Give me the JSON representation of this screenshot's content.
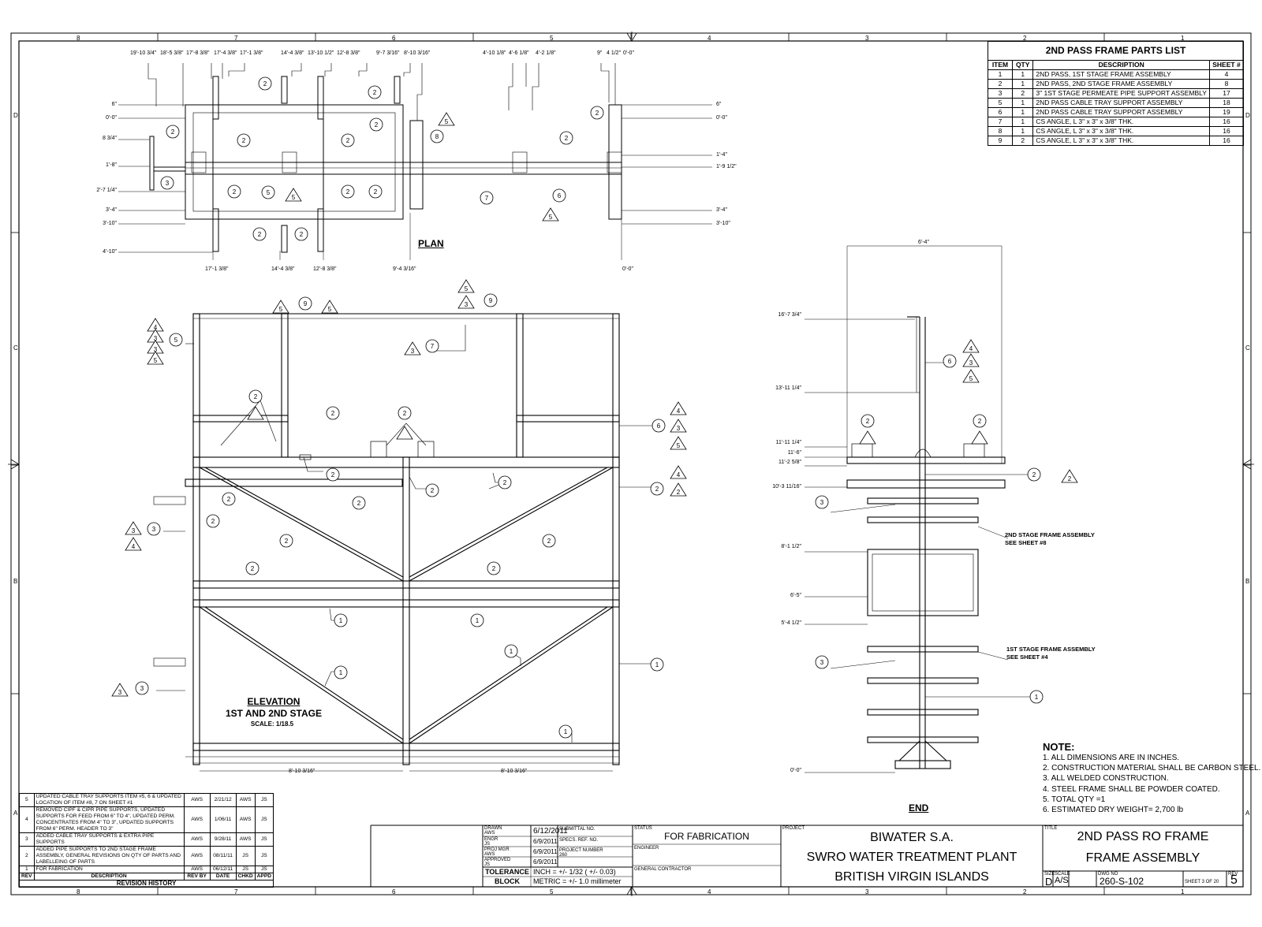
{
  "parts_list": {
    "title": "2ND PASS FRAME PARTS LIST",
    "headers": [
      "ITEM",
      "QTY",
      "DESCRIPTION",
      "SHEET #"
    ],
    "rows": [
      [
        "1",
        "1",
        "2ND PASS, 1ST STAGE FRAME ASSEMBLY",
        "4"
      ],
      [
        "2",
        "1",
        "2ND PASS, 2ND STAGE FRAME ASSEMBLY",
        "8"
      ],
      [
        "3",
        "2",
        "3\" 1ST STAGE PERMEATE PIPE SUPPORT ASSEMBLY",
        "17"
      ],
      [
        "5",
        "1",
        "2ND PASS CABLE TRAY SUPPORT ASSEMBLY",
        "18"
      ],
      [
        "6",
        "1",
        "2ND PASS CABLE TRAY SUPPORT ASSEMBLY",
        "19"
      ],
      [
        "7",
        "1",
        "CS ANGLE,  L 3\" x 3\" x 3/8\" THK.",
        "16"
      ],
      [
        "8",
        "1",
        "CS ANGLE,  L 3\" x 3\" x 3/8\" THK.",
        "16"
      ],
      [
        "9",
        "2",
        "CS ANGLE,  L 3\" x 3\" x 3/8\" THK.",
        "16"
      ]
    ]
  },
  "views": {
    "plan": "PLAN",
    "elevation": "ELEVATION",
    "elevation_sub": "1ST AND 2ND STAGE",
    "elevation_scale": "SCALE: 1/18.5",
    "end": "END"
  },
  "end_callouts": {
    "stage2": "2ND STAGE FRAME ASSEMBLY",
    "stage2_ref": "SEE SHEET #8",
    "stage1": "1ST STAGE FRAME ASSEMBLY",
    "stage1_ref": "SEE SHEET #4"
  },
  "notes": {
    "heading": "NOTE:",
    "items": [
      "1. ALL DIMENSIONS ARE IN INCHES.",
      "2. CONSTRUCTION MATERIAL SHALL BE CARBON STEEL.",
      "3. ALL WELDED CONSTRUCTION.",
      "4. STEEL FRAME SHALL BE POWDER COATED.",
      "5. TOTAL QTY =1",
      "6. ESTIMATED DRY WEIGHT= 2,700 lb"
    ]
  },
  "plan_dims": {
    "top": [
      "19'-10 3/4\"",
      "18'-5 3/8\"",
      "17'-8 3/8\"",
      "17'-4 3/8\"",
      "17'-1 3/8\"",
      "14'-4 3/8\"",
      "13'-10 1/2\"",
      "12'-8 3/8\"",
      "9'-7 3/16\"",
      "8'-10 3/16\"",
      "4'-10 1/8\"",
      "4'-6 1/8\"",
      "4'-2 1/8\"",
      "9\"",
      "4 1/2\"",
      "0'-0\""
    ],
    "left": [
      "6\"",
      "0'-0\"",
      "8 3/4\"",
      "1'-8\"",
      "2'-7 1/4\"",
      "3'-4\"",
      "3'-10\"",
      "4'-10\""
    ],
    "right": [
      "6\"",
      "0'-0\"",
      "1'-4\"",
      "1'-9 1/2\"",
      "3'-4\"",
      "3'-10\""
    ],
    "bottom": [
      "17'-1 3/8\"",
      "14'-4 3/8\"",
      "12'-8 3/8\"",
      "9'-4 3/16\"",
      "0'-0\""
    ]
  },
  "elevation_dims": [
    "8'-10 3/16\"",
    "8'-10 3/16\""
  ],
  "end_dims": {
    "width": "6'-4\"",
    "heights": [
      "16'-7 3/4\"",
      "13'-11 1/4\"",
      "11'-11 1/4\"",
      "11'-6\"",
      "11'-2 5/8\"",
      "10'-3 11/16\"",
      "8'-1 1/2\"",
      "6'-5\"",
      "5'-4 1/2\"",
      "0'-0\""
    ]
  },
  "grid": {
    "cols": [
      "8",
      "7",
      "6",
      "5",
      "4",
      "3",
      "2",
      "1"
    ],
    "rows": [
      "D",
      "C",
      "B",
      "A"
    ]
  },
  "revisions": {
    "rows": [
      [
        "5",
        "UPDATED CABLE TRAY SUPPORTS ITEM #5, 6 & UPDATED LOCATION OF ITEM #8, 7 ON SHEET #1",
        "AWS",
        "2/21/12",
        "AWS",
        "JS"
      ],
      [
        "4",
        "REMOVED CIPF & CIPR PIPE SUPPORTS, UPDATED SUPPORTS FOR FEED FROM 6\" TO 4\", UPDATED PERM. CONCENTRATES FROM 4\" TO 3\", UPDATED SUPPORTS FROM 6\" PERM. HEADER TO 3\"",
        "AWS",
        "1/06/11",
        "AWS",
        "JS"
      ],
      [
        "3",
        "ADDED CABLE TRAY SUPPORTS & EXTRA PIPE SUPPORTS",
        "AWS",
        "9/28/11",
        "AWS",
        "JS"
      ],
      [
        "2",
        "ADDED PIPE SUPPORTS TO 2ND STAGE FRAME ASSEMBLY, GENERAL REVISIONS ON QTY OF PARTS AND LABELLEING OF PARTS",
        "AWS",
        "08/11/11",
        "JS",
        "JS"
      ],
      [
        "1",
        "FOR FABRICATION",
        "AWS",
        "06/12/11",
        "JS",
        "JS"
      ]
    ],
    "headers": [
      "REV",
      "DESCRIPTION",
      "REV BY",
      "DATE",
      "CHKD",
      "APPD"
    ],
    "footer": "REVISION HISTORY"
  },
  "title_block": {
    "drawn_label": "DRAWN",
    "drawn_by": "AWS",
    "drawn_date": "6/12/2011",
    "engr_label": "ENGR",
    "engr_by": "JS",
    "engr_date": "6/9/2011",
    "projmgr_label": "PROJ MGR",
    "projmgr_by": "AWS",
    "projmgr_date": "6/9/2011",
    "approved_label": "APPROVED",
    "approved_by": "JS",
    "approved_date": "6/9/2011",
    "submittal_label": "SUBMITTAL NO.",
    "specs_label": "SPECS. REF. NO.",
    "project_number_label": "PROJECT NUMBER",
    "project_number": "260",
    "tolerance_label_1": "TOLERANCE",
    "tolerance_label_2": "BLOCK",
    "tolerance_inch": "INCH = +/- 1/32 ( +/- 0.03)",
    "tolerance_metric": "METRIC = +/- 1.0 millimeter",
    "status_label": "STATUS",
    "status": "FOR FABRICATION",
    "engineer_label": "ENGINEER",
    "contractor_label": "GENERAL CONTRACTOR",
    "project_label": "PROJECT",
    "project_lines": [
      "BIWATER S.A.",
      "SWRO WATER TREATMENT PLANT",
      "BRITISH VIRGIN ISLANDS"
    ],
    "title_label": "TITLE",
    "title_lines": [
      "2ND PASS RO FRAME",
      "FRAME ASSEMBLY"
    ],
    "size_label": "SIZE",
    "size": "D",
    "scale_label": "SCALE",
    "scale": "A/S",
    "dwg_label": "DWG NO",
    "dwg": "260-S-102",
    "sheet": "SHEET 3  OF 20",
    "rev_label": "REV",
    "rev": "5"
  }
}
